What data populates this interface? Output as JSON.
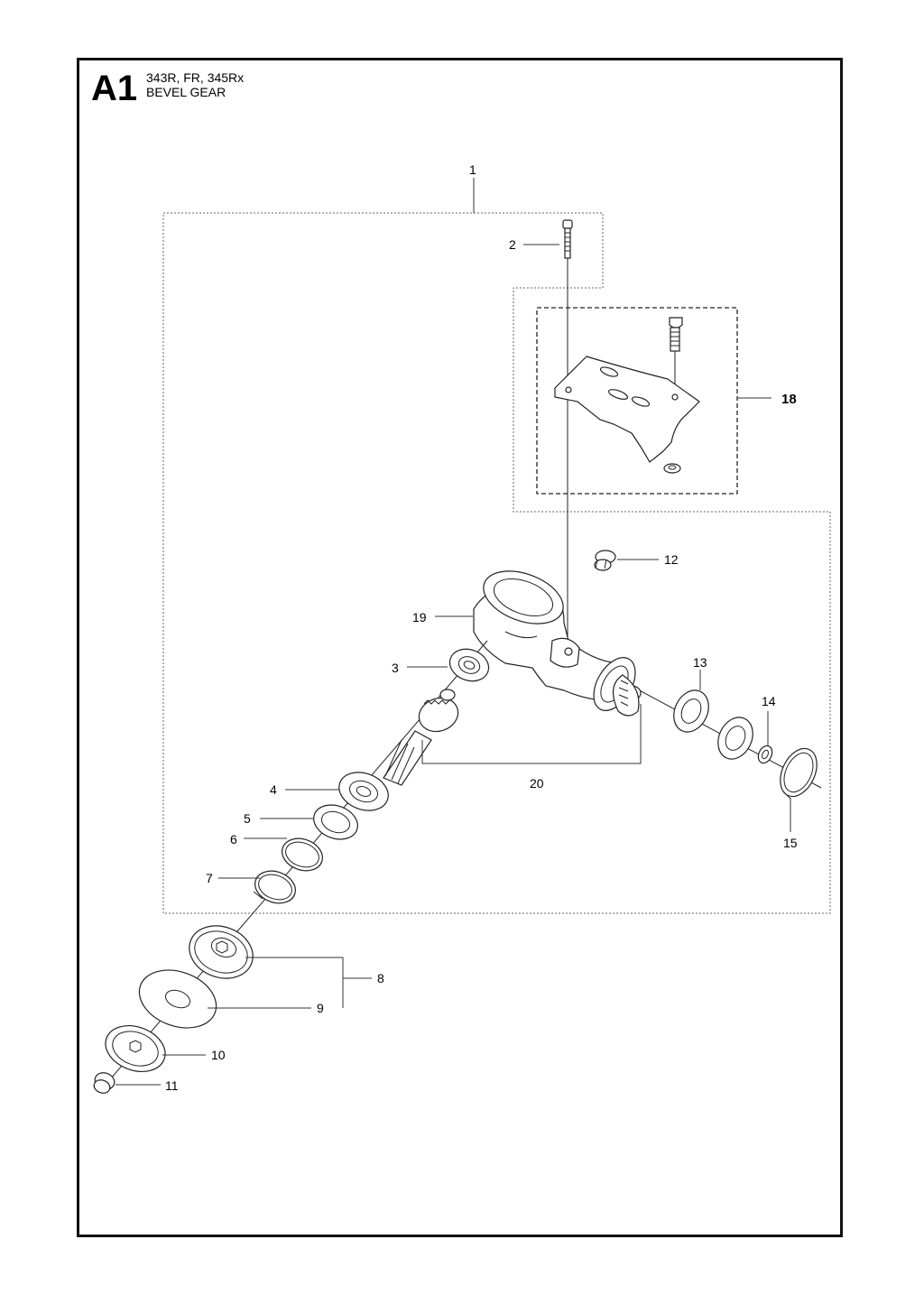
{
  "header": {
    "section_id": "A1",
    "models": "343R, FR, 345Rx",
    "title": "BEVEL GEAR"
  },
  "callouts": {
    "c1": "1",
    "c2": "2",
    "c3": "3",
    "c4": "4",
    "c5": "5",
    "c6": "6",
    "c7": "7",
    "c8": "8",
    "c9": "9",
    "c10": "10",
    "c11": "11",
    "c12": "12",
    "c13": "13",
    "c14": "14",
    "c15": "15",
    "c18": "18",
    "c19": "19",
    "c20": "20"
  },
  "colors": {
    "line": "#222222",
    "frame": "#111111",
    "background": "#ffffff"
  }
}
